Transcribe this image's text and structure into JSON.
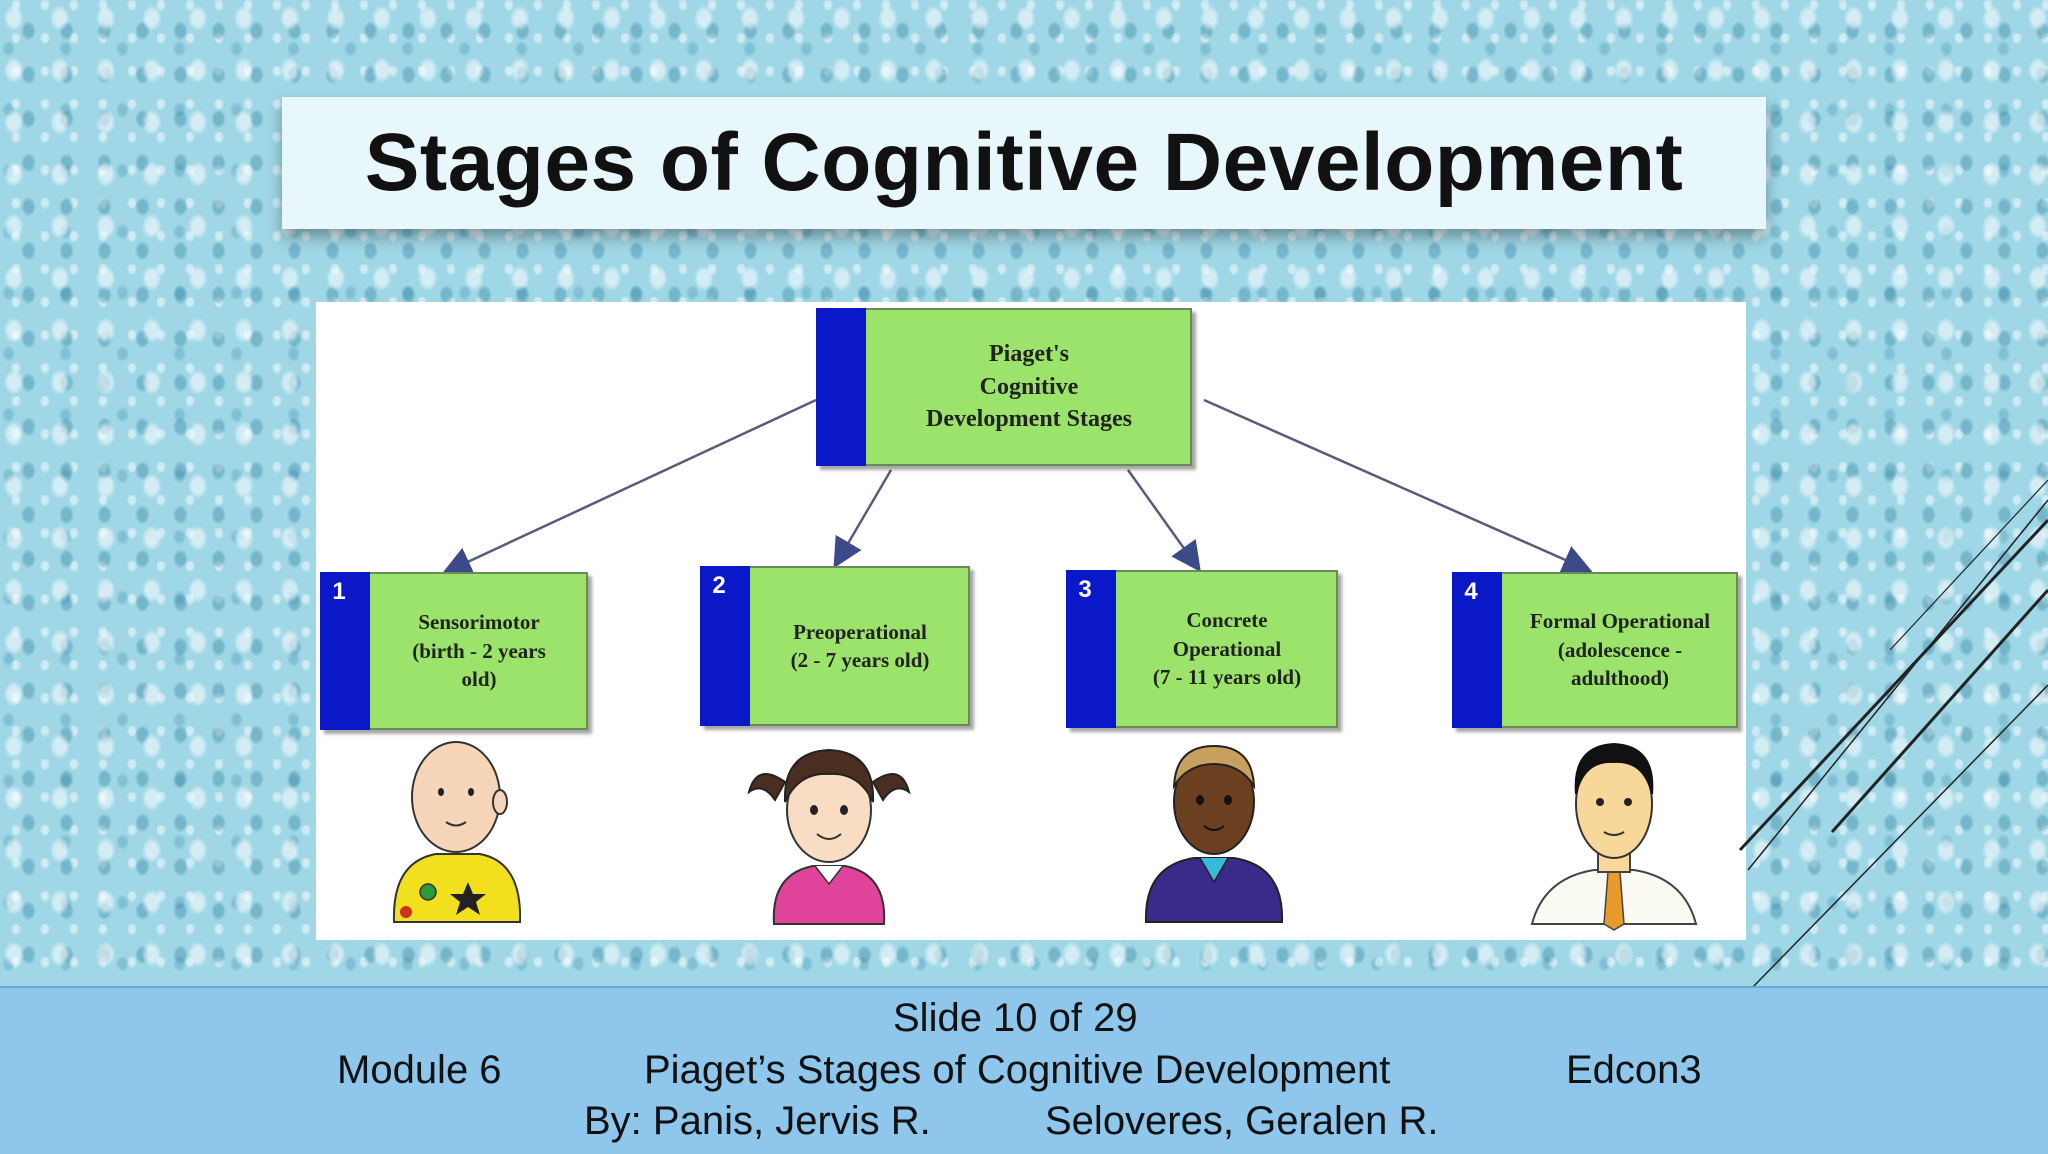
{
  "slide": {
    "title": "Stages of Cognitive Development"
  },
  "diagram": {
    "root": {
      "label": "Piaget's\nCognitive\nDevelopment Stages"
    },
    "stages": [
      {
        "number": "1",
        "label": "Sensorimotor\n(birth - 2 years\nold)",
        "figure": "baby"
      },
      {
        "number": "2",
        "label": "Preoperational\n(2 - 7 years old)",
        "figure": "girl"
      },
      {
        "number": "3",
        "label": "Concrete\nOperational\n(7 - 11 years old)",
        "figure": "boy"
      },
      {
        "number": "4",
        "label": "Formal Operational\n(adolescence -\nadulthood)",
        "figure": "man"
      }
    ]
  },
  "footer": {
    "slide_counter": "Slide 10 of 29",
    "module": "Module 6",
    "topic": "Piaget’s Stages of Cognitive Development",
    "course": "Edcon3",
    "authors_label": "By: Panis, Jervis R.",
    "coauthor": "Seloveres, Geralen R."
  },
  "colors": {
    "node_fill": "#9be36a",
    "node_bar": "#0a18c8",
    "footer_bg": "#8ec6ec",
    "background": "#9fd7e6"
  }
}
